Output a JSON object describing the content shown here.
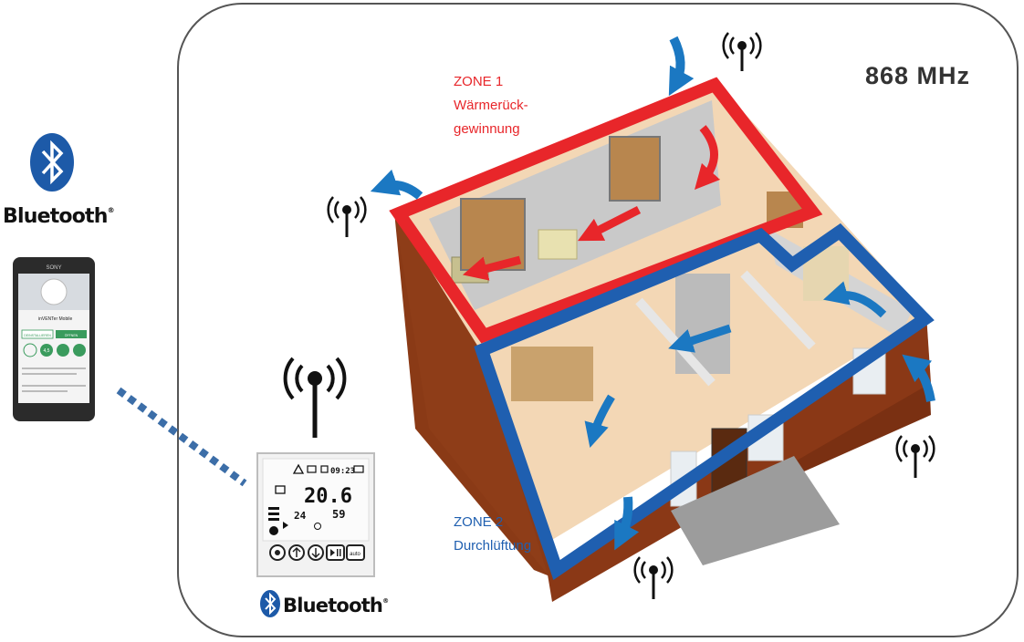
{
  "frequency_label": "868 MHz",
  "bluetooth_wordmark": "Bluetooth",
  "bluetooth_trademark": "®",
  "zone1": {
    "title": "ZONE 1",
    "line1": "Wärmerück-",
    "line2": "gewinnung"
  },
  "zone2": {
    "title": "ZONE 2",
    "line1": "Durchlüftung"
  },
  "phone": {
    "brand": "SONY",
    "app_name": "inVENTer Mobile",
    "install_label": "DEINSTALLIEREN",
    "open_label": "ÖFFNEN",
    "rating": "4,5"
  },
  "controller": {
    "time": "09:23",
    "main_temp": "20.6",
    "outside_temp": "24",
    "humidity": "59",
    "buttons": [
      "power",
      "up",
      "down",
      "play-pause",
      "auto"
    ],
    "auto_label": "auto"
  },
  "colors": {
    "zone1": "#e8262a",
    "zone2": "#1f5fb0",
    "airflow": "#1b78c2",
    "bluetooth": "#1d5aa8",
    "frame": "#555555"
  }
}
